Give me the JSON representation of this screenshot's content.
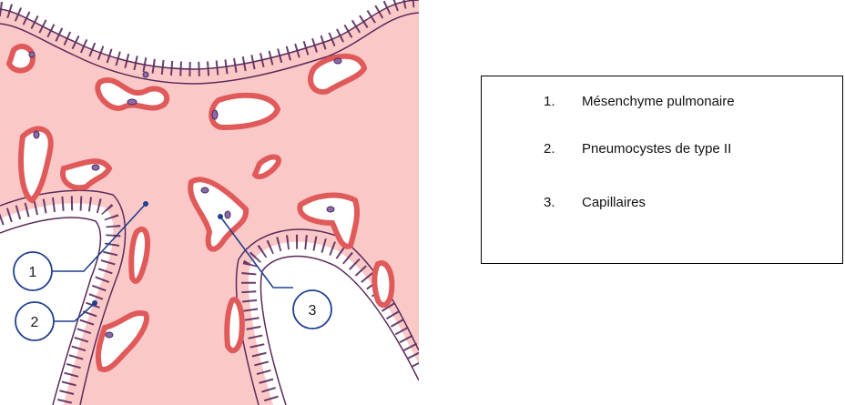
{
  "figure": {
    "callouts": [
      {
        "number": "1"
      },
      {
        "number": "2"
      },
      {
        "number": "3"
      }
    ],
    "colors": {
      "background": "#fbc8c8",
      "lumen": "#ffffff",
      "capillary_wall": "#e05a5a",
      "epithelium": "#5a2a5a",
      "leader": "#1f3f8f"
    }
  },
  "legend": {
    "items": [
      {
        "number": "1.",
        "label": "Mésenchyme pulmonaire"
      },
      {
        "number": "2.",
        "label": "Pneumocystes de type II"
      },
      {
        "number": "3.",
        "label": "Capillaires"
      }
    ]
  }
}
